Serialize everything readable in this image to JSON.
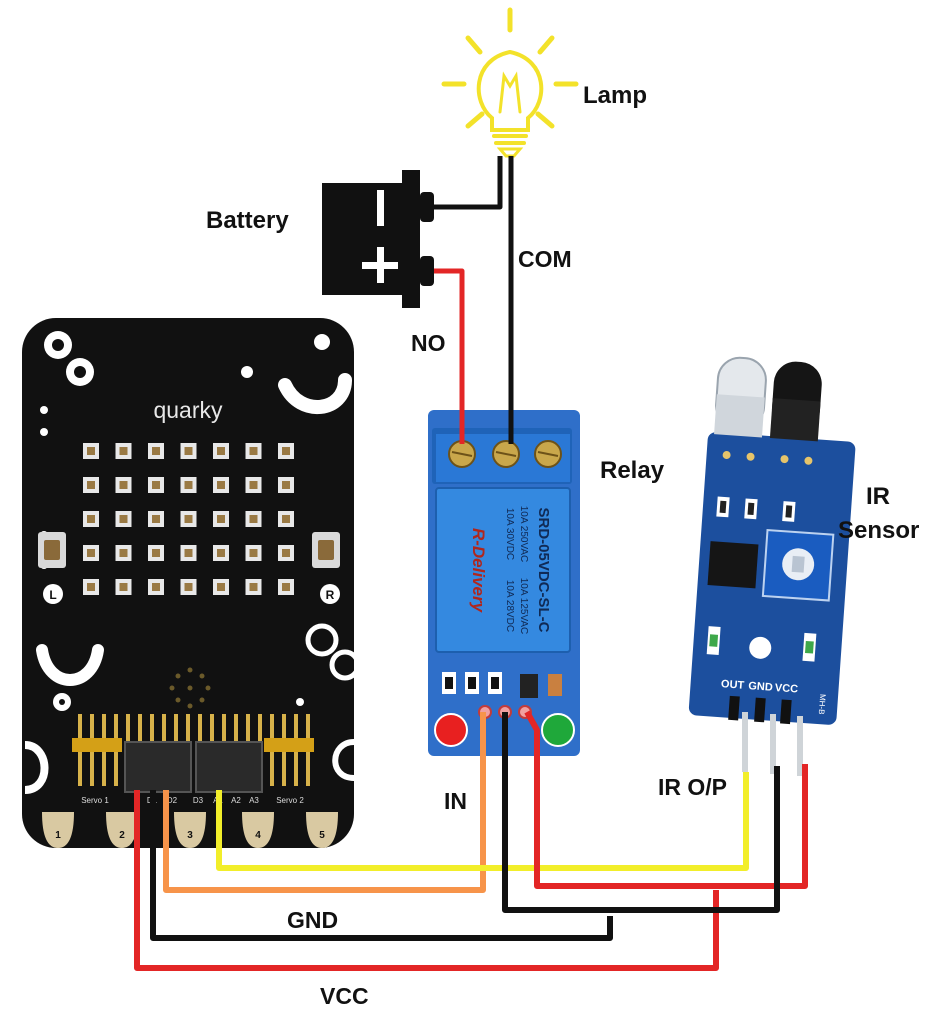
{
  "labels": {
    "lamp": "Lamp",
    "battery": "Battery",
    "com": "COM",
    "no": "NO",
    "relay": "Relay",
    "ir_sensor_line1": "IR",
    "ir_sensor_line2": "Sensor",
    "in": "IN",
    "ir_op": "IR O/P",
    "gnd": "GND",
    "vcc": "VCC"
  },
  "quarky": {
    "brand": "quarky",
    "button_left": "L",
    "button_right": "R",
    "header_labels": [
      "Servo 1",
      "D1",
      "D2",
      "D3",
      "A1",
      "A2",
      "A3",
      "Servo 2"
    ],
    "pads": [
      "1",
      "2",
      "3",
      "4",
      "5"
    ]
  },
  "relay_module": {
    "model": "SRD-05VDC-SL-C",
    "ratings": [
      "10A 250VAC",
      "10A 125VAC",
      "10A 30VDC",
      "10A 28VDC"
    ],
    "brand": "R-Delivery"
  },
  "ir_module": {
    "pin_labels": [
      "OUT",
      "GND",
      "VCC"
    ],
    "model": "MH-B"
  },
  "colors": {
    "wire_red": "#e32626",
    "wire_black": "#111111",
    "wire_orange": "#f7944a",
    "wire_yellow": "#f2ee2a",
    "lamp": "#f3e22a",
    "relay_board": "#2f6fc9",
    "relay_cube": "#2f80d8",
    "ir_board": "#1c4f9e",
    "quarky_board": "#111111"
  },
  "icons": {
    "lamp": "light-bulb-icon",
    "battery": "battery-icon"
  }
}
